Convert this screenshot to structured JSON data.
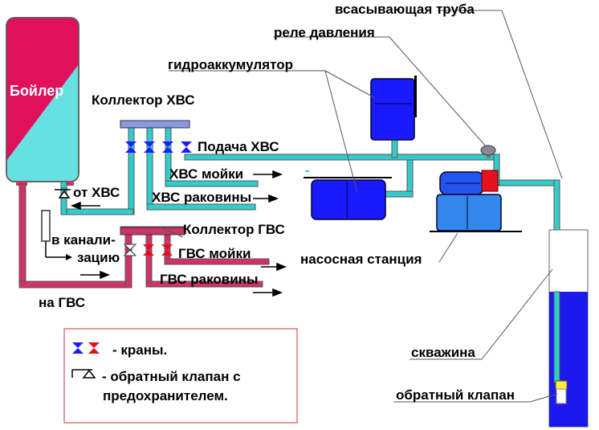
{
  "labels": {
    "boiler": "Бойлер",
    "suction_pipe": "всасывающая труба",
    "pressure_relay": "реле давления",
    "accumulator": "гидроаккумулятор",
    "cold_collector": "Коллектор ХВС",
    "cold_supply": "Подача ХВС",
    "cold_sink": "ХВС мойки",
    "cold_basin": "ХВС раковины",
    "from_cold": "от ХВС",
    "hot_collector": "Коллектор ГВС",
    "sewer_1": "в канали-",
    "sewer_2": "зацию",
    "hot_sink": "ГВС мойки",
    "hot_basin": "ГВС раковины",
    "to_hot": "на ГВС",
    "pump_station": "насосная станция",
    "well": "скважина",
    "check_valve": "обратный клапан"
  },
  "legend": {
    "taps": "- краны.",
    "check_valve_line1": "- обратный клапан с",
    "check_valve_line2": "предохранителем."
  },
  "colors": {
    "cold": "#33cccc",
    "hot": "#cc3366",
    "tank_blue": "#1a1aff",
    "boiler_cyan": "#66e0e0",
    "boiler_red": "#e0105a",
    "legend_border": "#cc3333",
    "well_blue": "#1a1aee"
  }
}
